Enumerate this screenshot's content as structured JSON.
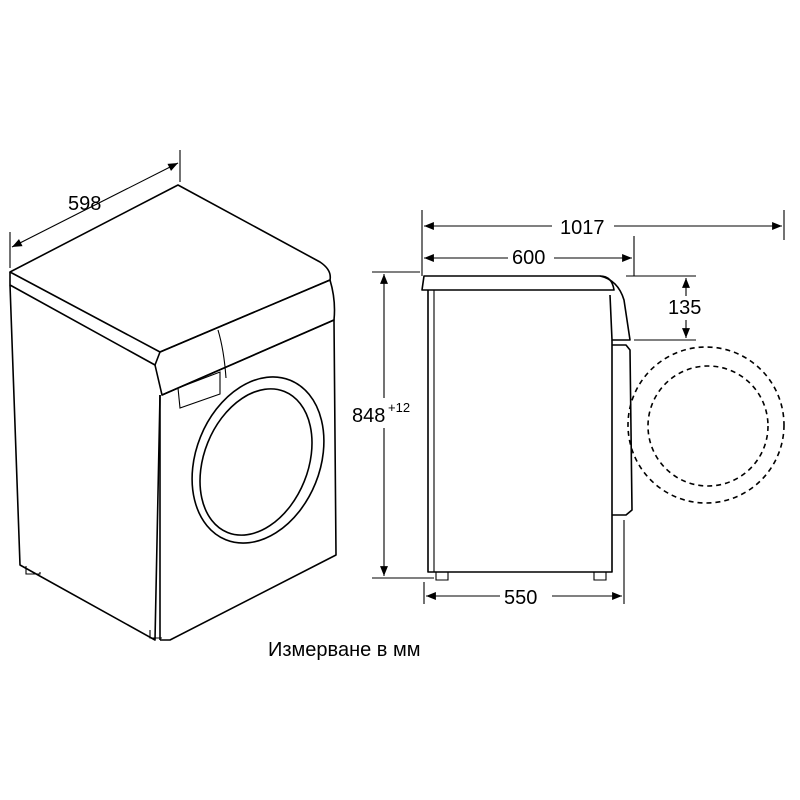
{
  "dimensions": {
    "width": "598",
    "depth_total": "1017",
    "depth_body": "600",
    "lid_height": "135",
    "height": "848",
    "height_tolerance": "+12",
    "base_depth": "550"
  },
  "caption": "Измерване в мм"
}
